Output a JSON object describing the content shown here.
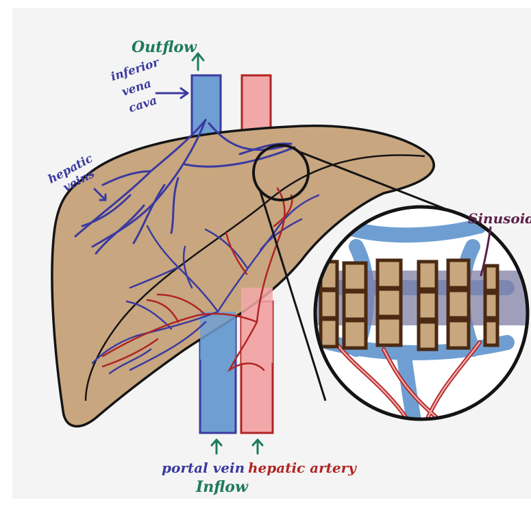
{
  "labels": {
    "outflow": "Outflow",
    "ivc": [
      "inferior",
      "vena",
      "cava"
    ],
    "hepatic_veins": [
      "hepatic",
      "veins"
    ],
    "sinusoid": "Sinusoid",
    "portal_vein": "portal vein",
    "hepatic_artery": "hepatic artery",
    "inflow": "Inflow"
  },
  "colors": {
    "background": "#f4f4f4",
    "liver": "#c8a67f",
    "outline": "#141414",
    "vein": "#3a3aa0",
    "vein_fill": "#6f9fd2",
    "artery": "#b02424",
    "artery_fill": "#f2a8a8",
    "cell": "#c9a77e",
    "cell_border": "#4a2a12",
    "flow_label": "#1e7a5a",
    "sinusoid_label": "#5a1f4a"
  }
}
